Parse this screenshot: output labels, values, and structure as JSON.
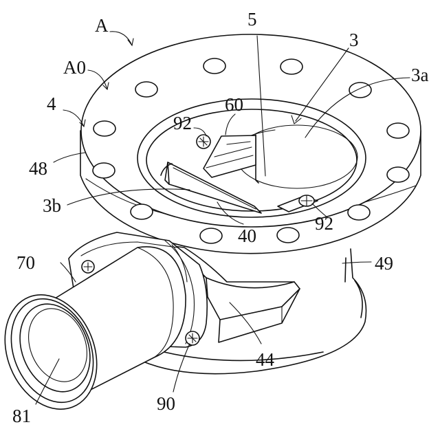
{
  "figure": {
    "labels": {
      "assembly_a": "A",
      "assembly_a0": "A0",
      "flange_4": "4",
      "part_5": "5",
      "part_3": "3",
      "part_3a": "3a",
      "part_60": "60",
      "screw_92_left": "92",
      "face_48": "48",
      "part_3b": "3b",
      "part_40": "40",
      "screw_92_right": "92",
      "pipe_70": "70",
      "body_49": "49",
      "part_44": "44",
      "screw_90": "90",
      "bore_81": "81"
    }
  }
}
